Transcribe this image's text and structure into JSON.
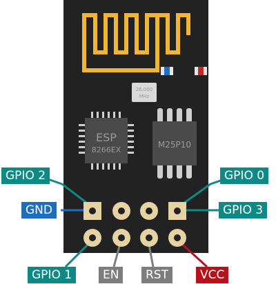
{
  "crystal": {
    "line1": "26.000",
    "line2": "MHz"
  },
  "mcu": {
    "line1": "ESP",
    "line2": "8266EX"
  },
  "flash": {
    "label": "M25P10"
  },
  "pins": {
    "gpio2": {
      "label": "GPIO 2",
      "color": "#0e8a86"
    },
    "gpio0": {
      "label": "GPIO 0",
      "color": "#0e8a86"
    },
    "gnd": {
      "label": "GND",
      "color": "#1b6ec2"
    },
    "gpio3": {
      "label": "GPIO 3",
      "color": "#0e8a86"
    },
    "gpio1": {
      "label": "GPIO 1",
      "color": "#0e8a86"
    },
    "en": {
      "label": "EN",
      "color": "#7d7d7d"
    },
    "rst": {
      "label": "RST",
      "color": "#7d7d7d"
    },
    "vcc": {
      "label": "VCC",
      "color": "#b5121b"
    }
  },
  "colors": {
    "board": "#222222",
    "antenna": "#f2b632",
    "pad": "#e6d3a3",
    "led_blue": "#1f6fc5",
    "led_red": "#c62828"
  }
}
